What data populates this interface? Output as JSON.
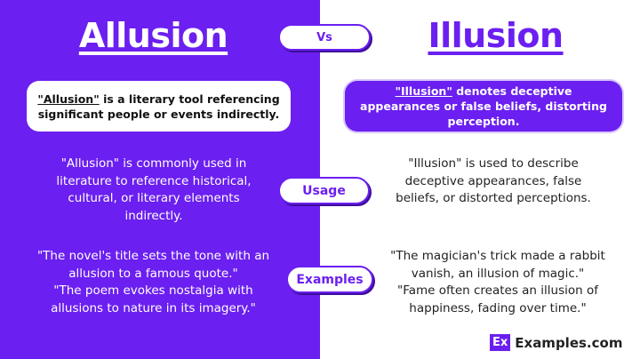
{
  "left": {
    "title": "Allusion",
    "definition": {
      "term": "\"Allusion\"",
      "rest": " is a literary tool referencing significant people or events indirectly."
    },
    "usage": "\"Allusion\" is commonly used in literature to reference historical, cultural, or literary elements indirectly.",
    "examples": [
      "\"The novel's title sets the tone with an allusion to a famous quote.\"",
      "\"The poem evokes nostalgia with allusions to nature in its imagery.\""
    ]
  },
  "right": {
    "title": "Illusion",
    "definition": {
      "term": "\"Illusion\"",
      "rest": " denotes deceptive appearances or false beliefs, distorting perception."
    },
    "usage": "\"Illusion\" is used to describe deceptive appearances, false beliefs, or distorted perceptions.",
    "examples": [
      "\"The magician's trick made a rabbit vanish, an illusion of magic.\"",
      "\"Fame often creates an illusion of happiness, fading over time.\""
    ]
  },
  "labels": {
    "vs": "Vs",
    "usage": "Usage",
    "examples": "Examples"
  },
  "logo": {
    "mark": "Ex",
    "text": "Examples.com"
  },
  "colors": {
    "purple": "#6b1ff0",
    "white": "#ffffff"
  }
}
